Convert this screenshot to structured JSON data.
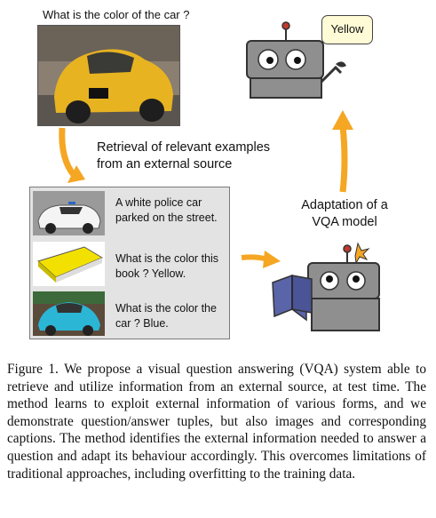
{
  "figure": {
    "question": "What is the color of the car ?",
    "answer": "Yellow",
    "retrieval_label": [
      "Retrieval of relevant examples",
      "from an external source"
    ],
    "adaptation_label": [
      "Adaptation of a",
      "VQA model"
    ],
    "examples": [
      {
        "thumb": "police-car-photo",
        "text": [
          "A white police car",
          "parked on the street."
        ]
      },
      {
        "thumb": "yellow-book-photo",
        "text": [
          "What is the color this",
          "book ? Yellow."
        ]
      },
      {
        "thumb": "blue-car-photo",
        "text": [
          "What is the color the",
          "car ? Blue."
        ]
      }
    ],
    "colors": {
      "arrow": "#f5a623",
      "robot": "#8f8f8f",
      "panel": "#e3e3e3"
    }
  },
  "caption": "Figure 1. We propose a visual question answering (VQA) system able to retrieve and utilize information from an external source, at test time.  The method learns to exploit external information of various forms, and we demonstrate question/answer tuples, but also images and corresponding captions.  The method identifies the external information needed to answer a question and adapt its behaviour accordingly.  This overcomes limitations of traditional approaches, including overfitting to the training data."
}
